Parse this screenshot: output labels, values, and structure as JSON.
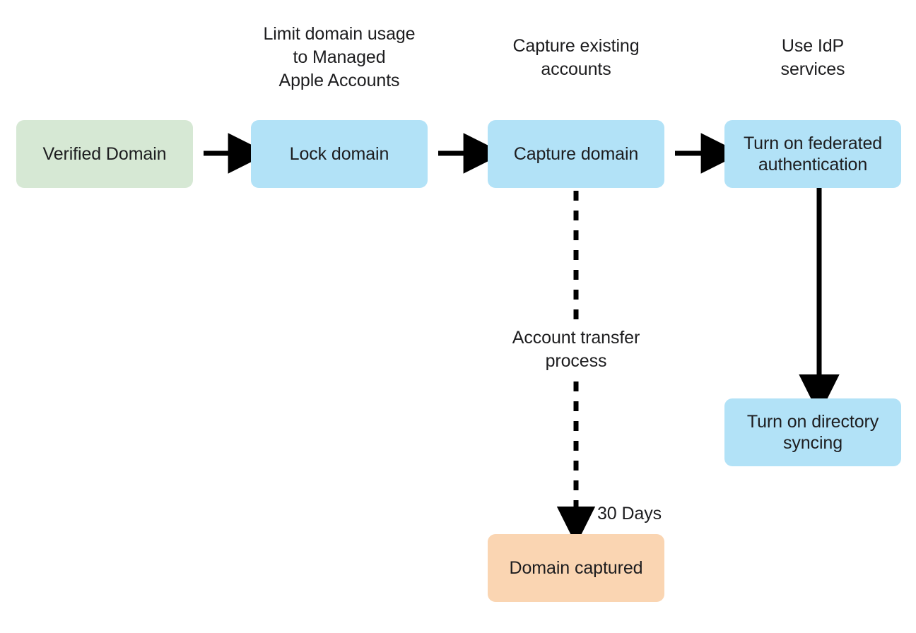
{
  "diagram": {
    "title": "Managed Apple Account domain capture and federation flow",
    "colors": {
      "green": "#d6e8d4",
      "blue": "#b2e2f7",
      "orange": "#fad5b2",
      "stroke": "#000000",
      "text": "#1d1d1f",
      "background": "#ffffff"
    },
    "nodes": [
      {
        "id": "verified-domain",
        "label": "Verified Domain",
        "fill": "green"
      },
      {
        "id": "lock-domain",
        "label": "Lock domain",
        "fill": "blue"
      },
      {
        "id": "capture-domain",
        "label": "Capture domain",
        "fill": "blue"
      },
      {
        "id": "turn-on-federated-authentication",
        "label": "Turn on federated\nauthentication",
        "fill": "blue"
      },
      {
        "id": "turn-on-directory-syncing",
        "label": "Turn on directory\nsyncing",
        "fill": "blue"
      },
      {
        "id": "domain-captured",
        "label": "Domain captured",
        "fill": "orange"
      }
    ],
    "captions": [
      {
        "id": "caption-lock-domain",
        "text": "Limit domain usage\nto Managed\nApple Accounts"
      },
      {
        "id": "caption-capture-domain",
        "text": "Capture existing\naccounts"
      },
      {
        "id": "caption-federated-auth",
        "text": "Use IdP\nservices"
      }
    ],
    "edge_labels": [
      {
        "id": "account-transfer-process",
        "text": "Account transfer\nprocess"
      },
      {
        "id": "thirty-days",
        "text": "30 Days"
      }
    ],
    "edges": [
      {
        "id": "verified-to-lock",
        "from": "verified-domain",
        "to": "lock-domain",
        "style": "solid",
        "direction": "right"
      },
      {
        "id": "lock-to-capture",
        "from": "lock-domain",
        "to": "capture-domain",
        "style": "solid",
        "direction": "right"
      },
      {
        "id": "capture-to-federated",
        "from": "capture-domain",
        "to": "turn-on-federated-authentication",
        "style": "solid",
        "direction": "right"
      },
      {
        "id": "federated-to-directory",
        "from": "turn-on-federated-authentication",
        "to": "turn-on-directory-syncing",
        "style": "solid",
        "direction": "down"
      },
      {
        "id": "capture-to-domain-captured",
        "from": "capture-domain",
        "to": "domain-captured",
        "style": "dashed",
        "direction": "down",
        "label": "Account transfer process"
      }
    ]
  }
}
